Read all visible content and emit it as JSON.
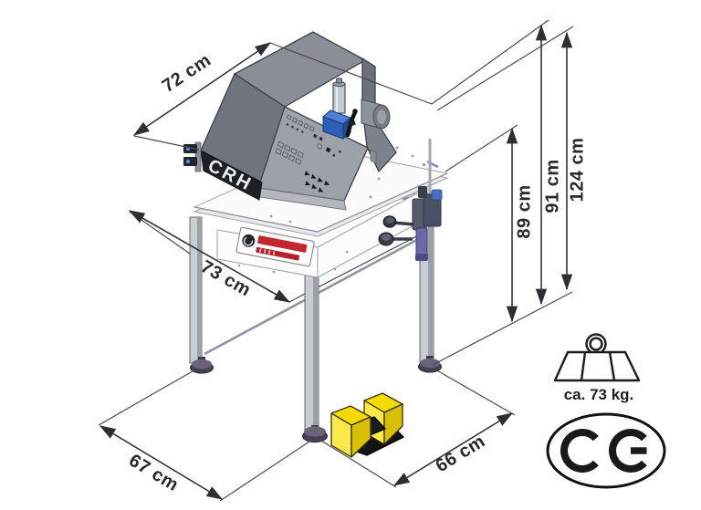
{
  "machine": {
    "brand_badge": "CRH"
  },
  "dimensions": {
    "cover_width": {
      "label": "72 cm"
    },
    "table_width": {
      "label": "73 cm"
    },
    "floor_width": {
      "label": "67 cm"
    },
    "floor_depth": {
      "label": "66 cm"
    },
    "table_height": {
      "label": "89 cm"
    },
    "cover_height": {
      "label": "91 cm"
    },
    "total_height": {
      "label": "124 cm"
    }
  },
  "weight": {
    "label": "ca. 73 kg.",
    "icon": "weight-icon"
  },
  "certification": {
    "label": "CE",
    "icon": "ce-mark"
  },
  "colors": {
    "hood_gray": "#70747e",
    "hood_top_gray": "#898e97",
    "panel_gray": "#9ca1aa",
    "pedal_yellow": "#f6db00",
    "valve_blue": "#2e5fb7",
    "accent_red": "#c1272d",
    "line_dark": "#35353a"
  }
}
